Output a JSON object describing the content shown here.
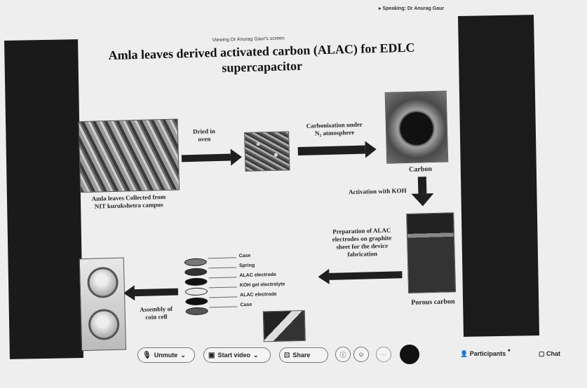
{
  "top_banner": {
    "label": "Speaking: Dr Anurag Gaur"
  },
  "slide": {
    "viewing_label": "Viewing Dr Anurag Gaur's screen",
    "title_line1": "Amla leaves derived activated carbon (ALAC) for EDLC",
    "title_line2": "supercapacitor",
    "leaves_caption_line1": "Amla leaves Collected from",
    "leaves_caption_line2": "NIT kurukshetra campus",
    "dried_label_line1": "Dried in",
    "dried_label_line2": "oven",
    "carbonisation_line1": "Carbonisation under",
    "carbonisation_line2": "N₂ atmosphere",
    "carbon_caption": "Carbon",
    "activation_label": "Activation with KOH",
    "preparation_line1": "Preparation of ALAC",
    "preparation_line2": "electrodes on graphite",
    "preparation_line3": "sheet for the device",
    "preparation_line4": "fabrication",
    "porous_caption": "Porous carbon",
    "assembly_line1": "Assembly of",
    "assembly_line2": "coin cell",
    "components": [
      "Case",
      "Spring",
      "ALAC electrode",
      "KOH gel electrolyte",
      "ALAC electrode",
      "Case"
    ]
  },
  "toolbar": {
    "unmute": "Unmute",
    "start_video": "Start video",
    "share": "Share",
    "participants": "Participants",
    "chat": "Chat"
  },
  "colors": {
    "panel": "#1a1a1a",
    "arrow": "#1f1f1f",
    "background": "#eeeeee"
  }
}
